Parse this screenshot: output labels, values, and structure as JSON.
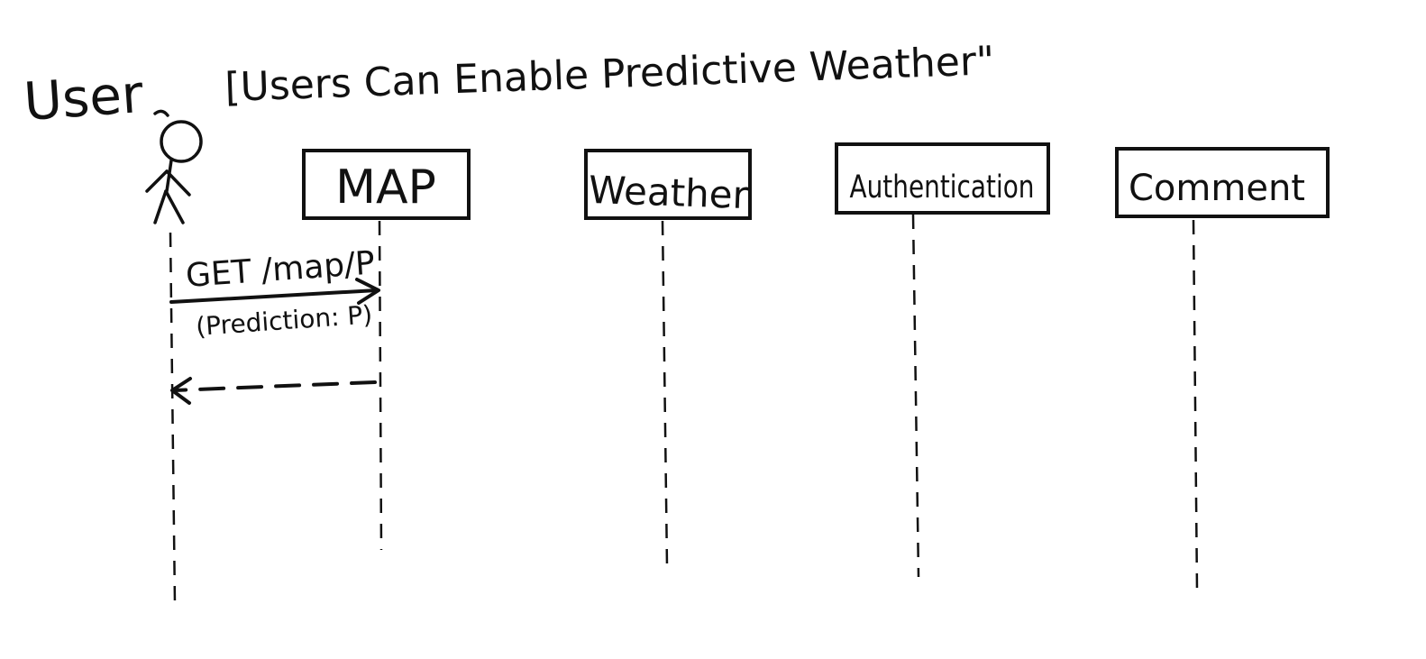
{
  "diagram": {
    "actor_label": "User",
    "title": "[Users Can Enable Predictive Weather\"",
    "participants": [
      {
        "label": "MAP"
      },
      {
        "label": "Weather"
      },
      {
        "label": "Authentication"
      },
      {
        "label": "Comment"
      }
    ],
    "messages": [
      {
        "label": "GET /map/P",
        "sublabel": "(Prediction: P)",
        "from": "User",
        "to": "MAP",
        "style": "solid"
      },
      {
        "label": "",
        "from": "MAP",
        "to": "User",
        "style": "dashed"
      }
    ],
    "colors": {
      "ink": "#111111",
      "background": "#ffffff"
    }
  }
}
